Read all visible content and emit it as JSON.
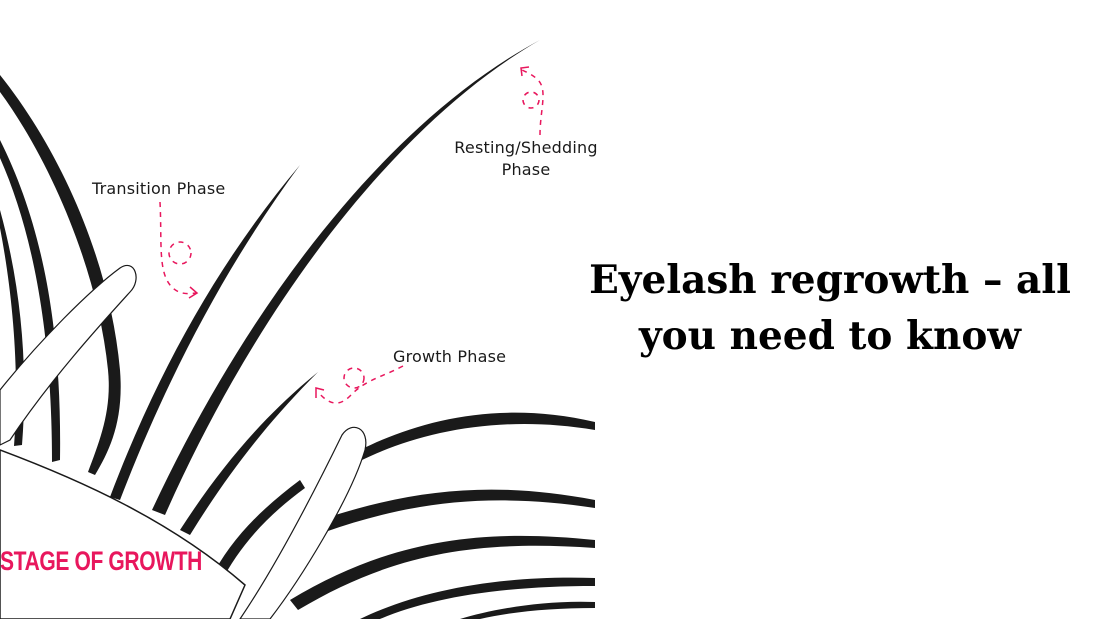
{
  "article": {
    "title": "Eyelash regrowth – all you need to know"
  },
  "illustration": {
    "stage_label": "STAGE OF GROWTH",
    "phases": {
      "transition": "Transition Phase",
      "resting_line1": "Resting/Shedding",
      "resting_line2": "Phase",
      "growth": "Growth Phase"
    },
    "colors": {
      "accent": "#e8175d",
      "lash": "#1a1a1a"
    }
  }
}
